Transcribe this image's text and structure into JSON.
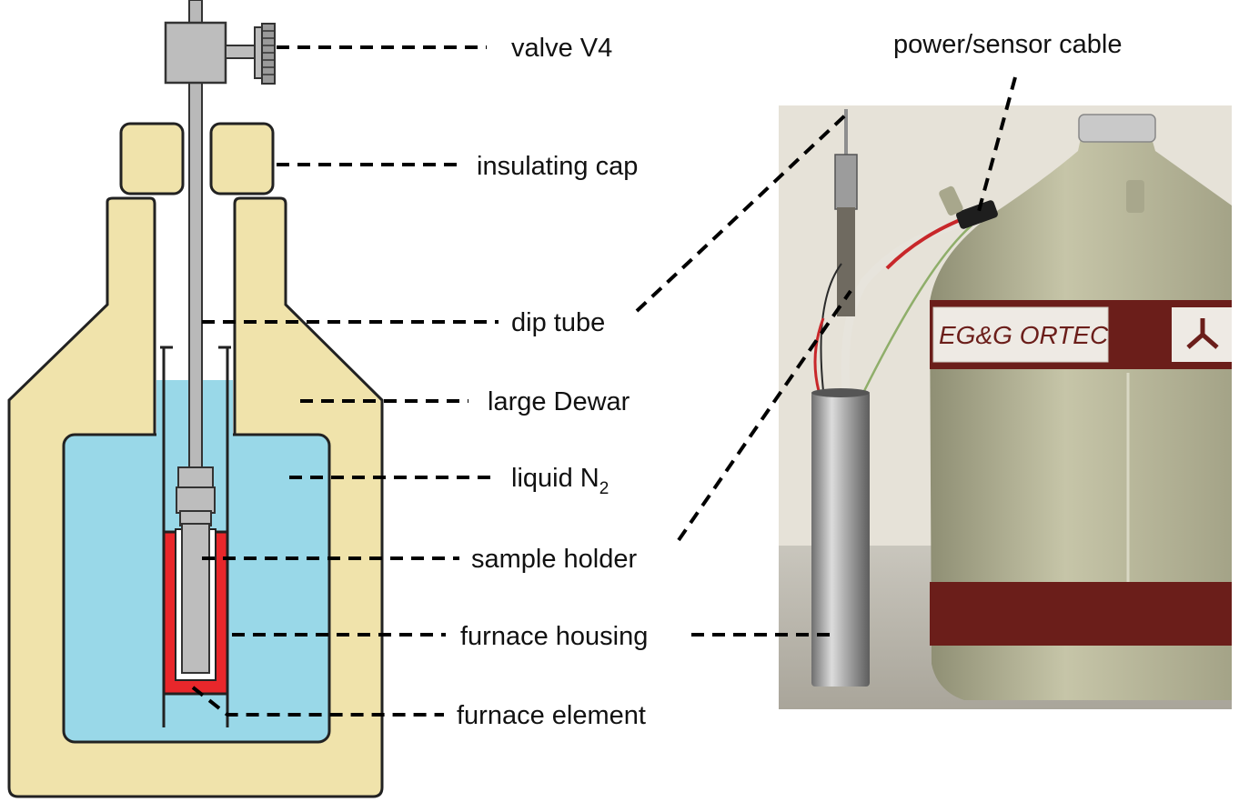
{
  "labels": {
    "valve": "valve V4",
    "cap": "insulating cap",
    "dip_tube": "dip tube",
    "dewar": "large Dewar",
    "liquid_prefix": "liquid N",
    "liquid_sub": "2",
    "sample_holder": "sample holder",
    "furnace_housing": "furnace housing",
    "furnace_element": "furnace element",
    "cable": "power/sensor cable"
  },
  "photo": {
    "brand_text": "EG&G ORTEC"
  },
  "colors": {
    "dewar_body": "#f0e3ab",
    "liquid_n2": "#99d8e8",
    "furnace_element": "#e8272b",
    "metal": "#b9b9b9",
    "photo_wall": "#e6e2d8",
    "dewar_photo": "#b7b698",
    "band": "#6b1e1a"
  }
}
